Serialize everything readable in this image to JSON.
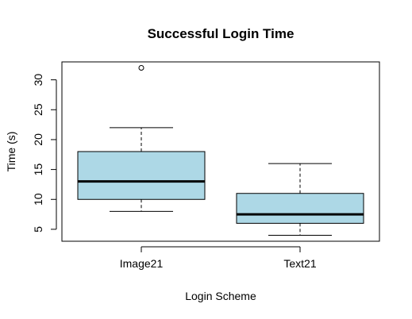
{
  "chart_data": {
    "type": "box",
    "title": "Successful Login Time",
    "xlabel": "Login Scheme",
    "ylabel": "Time (s)",
    "ylim": [
      3,
      33
    ],
    "yticks": [
      5,
      10,
      15,
      20,
      25,
      30
    ],
    "categories": [
      "Image21",
      "Text21"
    ],
    "box_color": "#add8e6",
    "boxes": [
      {
        "category": "Image21",
        "whisker_low": 8,
        "q1": 10,
        "median": 13,
        "q3": 18,
        "whisker_high": 22,
        "outliers": [
          32
        ]
      },
      {
        "category": "Text21",
        "whisker_low": 4,
        "q1": 6,
        "median": 7.5,
        "q3": 11,
        "whisker_high": 16,
        "outliers": []
      }
    ],
    "grid": false,
    "legend": "none"
  }
}
